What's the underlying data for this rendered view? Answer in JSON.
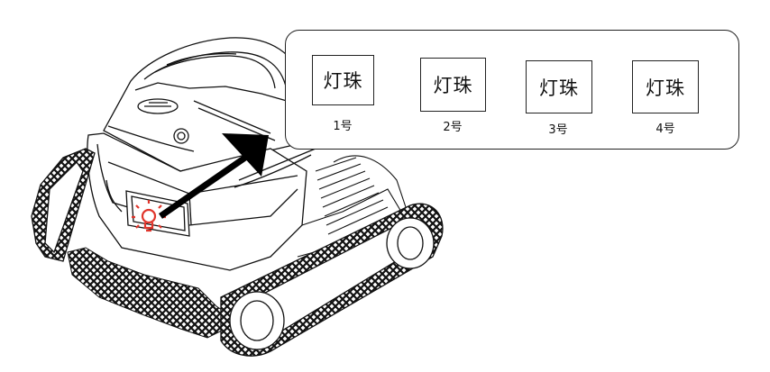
{
  "callout": {
    "items": [
      {
        "label": "灯珠",
        "number": "1号"
      },
      {
        "label": "灯珠",
        "number": "2号"
      },
      {
        "label": "灯珠",
        "number": "3号"
      },
      {
        "label": "灯珠",
        "number": "4号"
      }
    ]
  },
  "colors": {
    "line": "#111111",
    "indicator": "#e0352b",
    "arrow": "#000000"
  },
  "icons": [
    "light-bulb-icon",
    "arrow-icon"
  ]
}
